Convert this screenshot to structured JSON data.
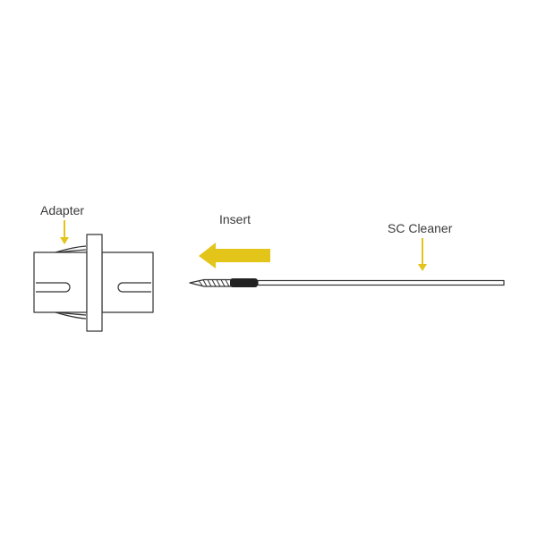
{
  "labels": {
    "adapter": "Adapter",
    "insert": "Insert",
    "cleaner": "SC Cleaner"
  },
  "colors": {
    "accent": "#E3C419",
    "line": "#333333",
    "text": "#3a3a3a",
    "background": "#ffffff",
    "tip_sleeve": "#222222"
  },
  "icons": {
    "adapter": "sc-adapter-icon",
    "cleaner": "sc-cleaner-stick-icon",
    "insert_direction": "arrow-left-icon"
  }
}
